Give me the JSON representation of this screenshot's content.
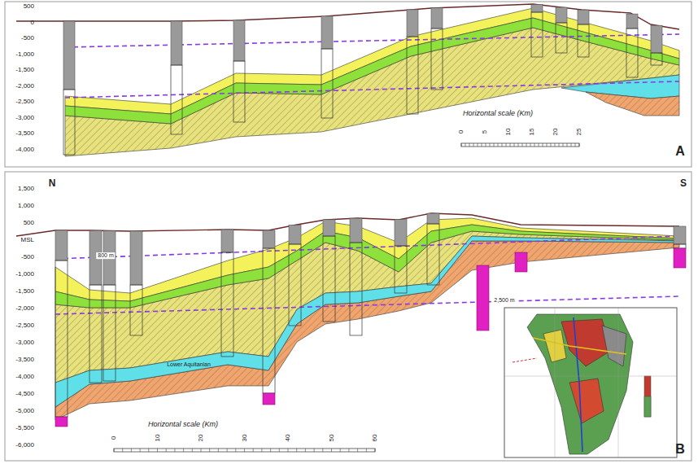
{
  "diagram": {
    "labels": [
      "A",
      "B",
      "N",
      "S",
      "Horizontal scale (Km)",
      "Horizontal scale (Km)",
      "800 m",
      "2,500 m",
      "Lower Aquitanian",
      "500",
      "0",
      "-500",
      "-1,000",
      "-1,500",
      "-2,000",
      "-2,500",
      "-3,000",
      "-3,500",
      "-4,000",
      "0",
      "5",
      "10",
      "15",
      "20",
      "25",
      "1,500",
      "1,000",
      "500",
      "MSL",
      "-500",
      "-1,000",
      "-1,500",
      "-2,000",
      "-2,500",
      "-3,000",
      "-3,500",
      "-4,000",
      "-4,500",
      "-5,000",
      "-5,500",
      "-6,000",
      "0",
      "10",
      "20",
      "30",
      "40",
      "50",
      "60"
    ]
  }
}
